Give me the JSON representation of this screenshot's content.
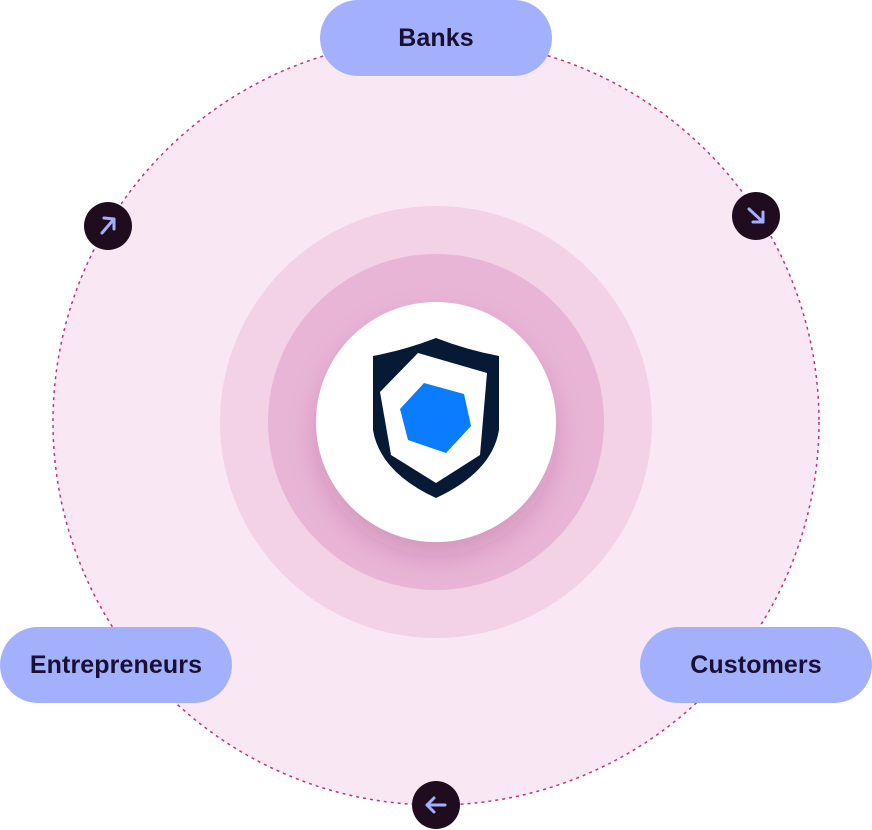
{
  "nodes": {
    "banks": "Banks",
    "customers": "Customers",
    "entrepreneurs": "Entrepreneurs"
  },
  "arrows": {
    "top_right": "arrow-down-right-icon",
    "bottom": "arrow-left-icon",
    "top_left": "arrow-up-right-icon"
  },
  "center_logo": "shield-hexagon-icon",
  "colors": {
    "outer_fill": "#f9e8f3",
    "dotted_ring": "#c2307f",
    "halo_outer": "#f3d2e6",
    "halo_inner": "#e8b5d6",
    "center_disc": "#ffffff",
    "pill_fill": "#a3b1fd",
    "pill_text": "#1a1033",
    "arrow_badge": "#200c1f",
    "arrow_glyph": "#a3b1fd",
    "shield_dark": "#061a35",
    "hexagon_blue": "#0a7cff"
  }
}
